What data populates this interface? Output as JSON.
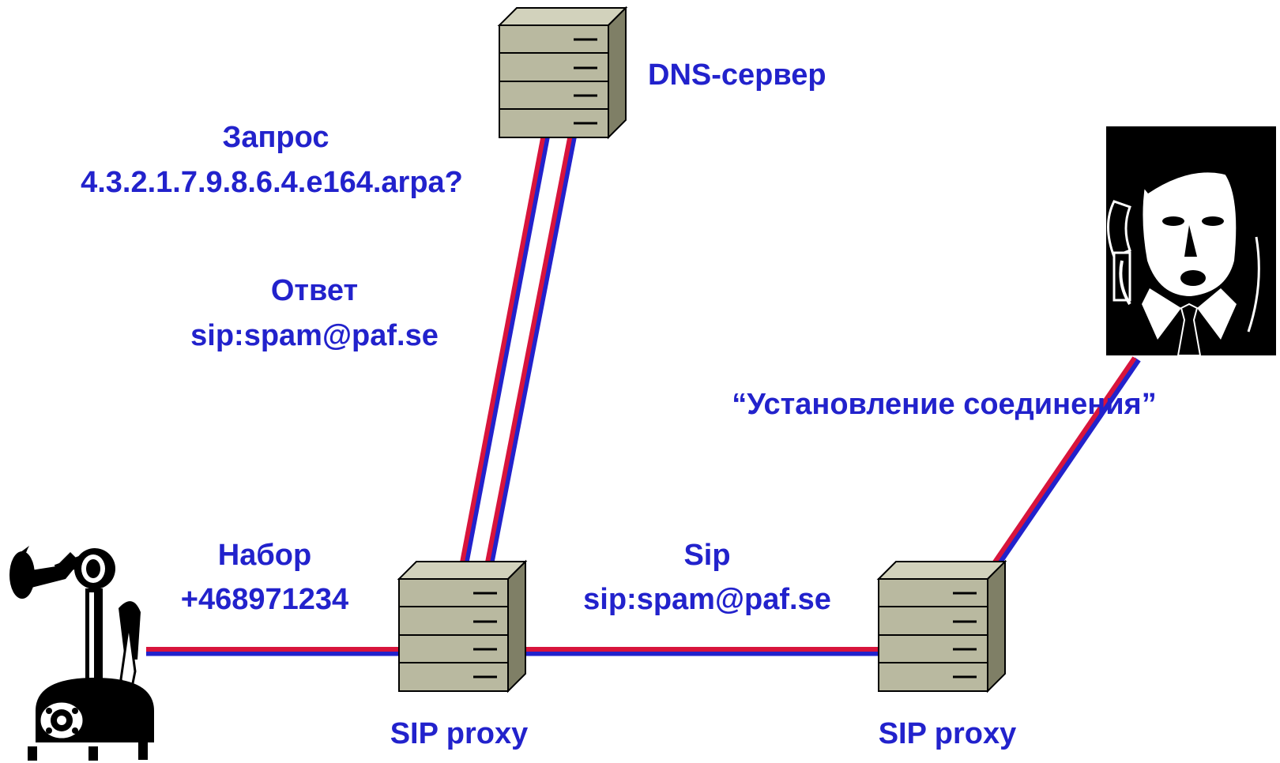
{
  "labels": {
    "dns_server": "DNS-сервер",
    "query_title": "Запрос",
    "query_value": "4.3.2.1.7.9.8.6.4.e164.arpa?",
    "answer_title": "Ответ",
    "answer_value": "sip:spam@paf.se",
    "dial_title": "Набор",
    "dial_value": "+468971234",
    "sip_title": "Sip",
    "sip_value": "sip:spam@paf.se",
    "proxy_left": "SIP proxy",
    "proxy_right": "SIP proxy",
    "connection": "“Установление соединения”"
  },
  "colors": {
    "label_text": "#2222cc",
    "link_red": "#d8143c",
    "link_blue": "#2222cc",
    "server_front": "#b9b9a0",
    "server_side": "#7f7f66",
    "server_top": "#d2d2bc"
  }
}
